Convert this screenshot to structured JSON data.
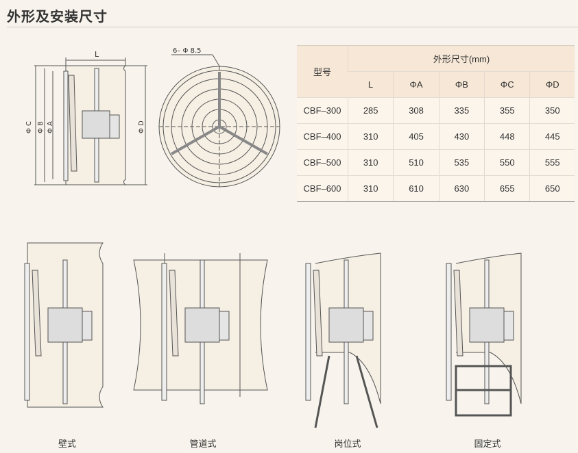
{
  "title": "外形及安装尺寸",
  "drawing": {
    "dim_L": "L",
    "dim_C": "Φ C",
    "dim_B": "Φ B",
    "dim_A": "Φ A",
    "dim_D": "Φ D",
    "holes": "6– Φ 8.5"
  },
  "table": {
    "model_header": "型号",
    "size_header": "外形尺寸(mm)",
    "columns": [
      "L",
      "ΦA",
      "ΦB",
      "ΦC",
      "ΦD"
    ],
    "rows": [
      {
        "model": "CBF–300",
        "values": [
          "285",
          "308",
          "335",
          "355",
          "350"
        ]
      },
      {
        "model": "CBF–400",
        "values": [
          "310",
          "405",
          "430",
          "448",
          "445"
        ]
      },
      {
        "model": "CBF–500",
        "values": [
          "310",
          "510",
          "535",
          "550",
          "555"
        ]
      },
      {
        "model": "CBF–600",
        "values": [
          "310",
          "610",
          "630",
          "655",
          "650"
        ]
      }
    ]
  },
  "captions": [
    "壁式",
    "管道式",
    "岗位式",
    "固定式"
  ],
  "colors": {
    "background": "#f8f4ed",
    "header": "#f6e7d6",
    "line": "#555555"
  }
}
